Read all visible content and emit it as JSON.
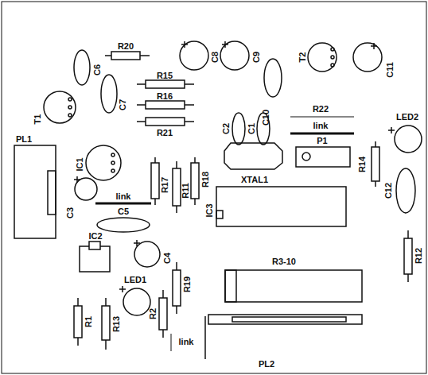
{
  "diagram": {
    "labels": [
      "R20",
      "C6",
      "C8",
      "C9",
      "C10",
      "T2",
      "C11",
      "R15",
      "C7",
      "R16",
      "R21",
      "R22",
      "link",
      "T1",
      "C2",
      "C1",
      "P1",
      "LED2",
      "PL1",
      "IC1",
      "XTAL1",
      "R14",
      "C12",
      "C3",
      "R17",
      "R11",
      "R18",
      "IC3",
      "link",
      "C5",
      "IC2",
      "C4",
      "R12",
      "LED1",
      "R19",
      "R3-10",
      "R1",
      "R13",
      "R2",
      "link",
      "PL2"
    ]
  }
}
